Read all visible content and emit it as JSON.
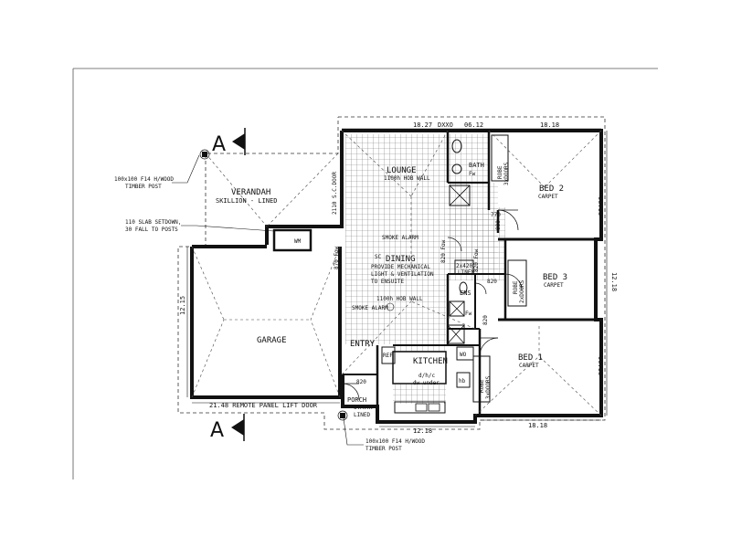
{
  "section_markers": {
    "top": "A",
    "bottom": "A"
  },
  "notes": {
    "timber_post_top": [
      "100x100 F14 H/WOOD",
      "TIMBER POST"
    ],
    "slab_setdown": [
      "110 SLAB SETDOWN,",
      "30 FALL TO POSTS"
    ],
    "timber_post_bottom": [
      "100x100 F14 H/WOOD",
      "TIMBER POST"
    ]
  },
  "rooms": {
    "verandah": {
      "name": "VERANDAH",
      "sub": "SKILLION - LINED"
    },
    "garage": {
      "name": "GARAGE"
    },
    "lounge": {
      "name": "LOUNGE",
      "sub": "1100h HOB WALL"
    },
    "dining": {
      "name": "DINING",
      "note1": "PROVIDE MECHANICAL",
      "note2": "LIGHT & VENTILATION",
      "note3": "TO ENSUITE"
    },
    "kitchen": {
      "name": "KITCHEN",
      "note1": "d/h/c",
      "note2": "dw under"
    },
    "entry": {
      "name": "ENTRY"
    },
    "porch": {
      "name": "PORCH",
      "sub1": "U.M.R.",
      "sub2": "LINED"
    },
    "bath": {
      "name": "BATH"
    },
    "ens": {
      "name": "ENS"
    },
    "bed1": {
      "name": "BED 1",
      "sub": "CARPET"
    },
    "bed2": {
      "name": "BED 2",
      "sub": "CARPET"
    },
    "bed3": {
      "name": "BED 3",
      "sub": "CARPET"
    },
    "wm": "WM",
    "ref": "REF",
    "wo": "WO",
    "hb": "hb",
    "linen": [
      "2x420",
      "LINEN"
    ],
    "robe1": [
      "ROBE",
      "3xDOORS"
    ],
    "robe2": [
      "ROBE",
      "3xDOORS"
    ],
    "robe3": [
      "ROBE",
      "2xDOORS"
    ]
  },
  "annotations": {
    "smoke_alarm_1": "SMOKE ALARM",
    "smoke_alarm_2": "SMOKE ALARM",
    "hob_wall_2": "1100h HOB WALL",
    "sc_door": "2110 S.C.DOOR",
    "door_870": "870 Fow",
    "door_820a": "820 Fow",
    "door_820b": "820 Fow",
    "door_820c": "820",
    "door_820d": "820",
    "door_820e": "820",
    "door_770": "770",
    "door_880": "880",
    "fw1": "Fw",
    "fw2": "Fw",
    "sc": "SC"
  },
  "dimensions": {
    "top_left": "18.27",
    "top_dxxo": "DXXO",
    "top_0612": "06.12",
    "top_right": "18.18",
    "right_upper": "06.18",
    "right_mid": "12.18",
    "right_lower": "06.18",
    "bottom_kitchen": "12.18",
    "bottom_bed1": "18.18",
    "garage_side": "12.15",
    "garage_door": "21.48 REMOTE PANEL LIFT DOOR"
  }
}
